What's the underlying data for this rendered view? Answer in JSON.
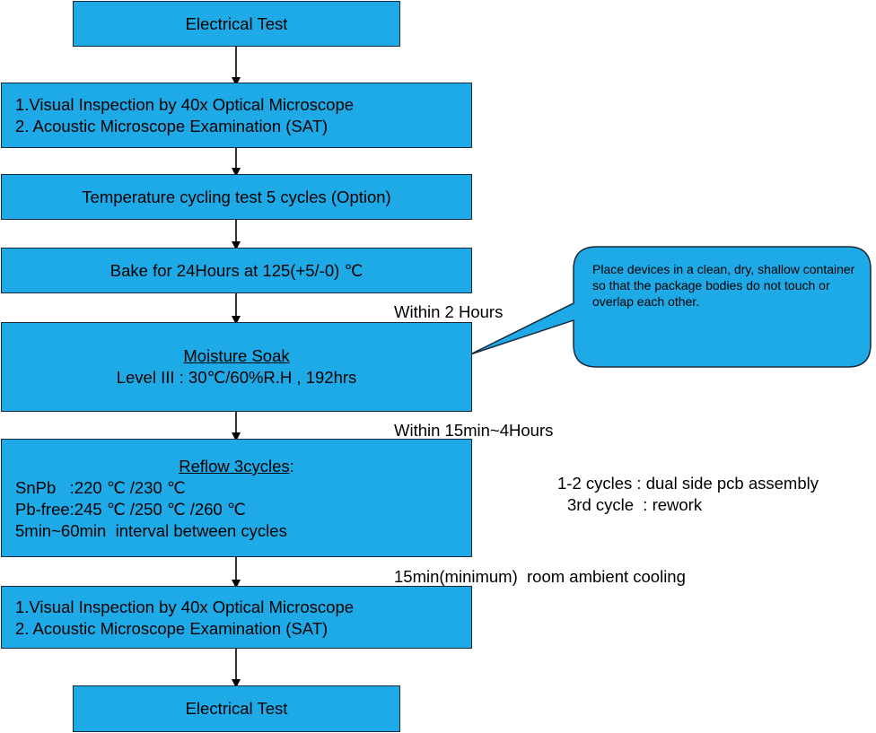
{
  "boxes": {
    "electrical_test_top": "Electrical Test",
    "inspection_1": {
      "line1": "1.Visual Inspection by 40x Optical Microscope",
      "line2": "2. Acoustic Microscope Examination (SAT)"
    },
    "temp_cycling": "Temperature cycling test 5 cycles (Option)",
    "bake": "Bake for 24Hours at 125(+5/-0) ℃",
    "moisture_soak": {
      "title": "Moisture Soak",
      "detail": "Level III : 30℃/60%R.H , 192hrs"
    },
    "reflow": {
      "title": "Reflow 3cycles",
      "title_suffix": ":",
      "snpb": "SnPb   :220 ℃ /230 ℃",
      "pbfree": "Pb-free:245 ℃ /250 ℃ /260 ℃",
      "interval": "5min~60min  interval between cycles"
    },
    "inspection_2": {
      "line1": "1.Visual Inspection by 40x Optical Microscope",
      "line2": "2. Acoustic Microscope Examination (SAT)"
    },
    "electrical_test_bottom": "Electrical Test"
  },
  "labels": {
    "within_2_hours": "Within 2 Hours",
    "within_15min_4hours": "Within 15min~4Hours",
    "cooling": "15min(minimum)  room ambient cooling"
  },
  "reflow_notes": {
    "line1": "1-2 cycles : dual side pcb assembly",
    "line2": "3rd cycle  : rework"
  },
  "callout": {
    "text": "Place devices in a clean, dry, shallow container so that the package bodies do not touch or overlap  each  other."
  },
  "colors": {
    "box_fill": "#1eaae6",
    "box_border": "#1a2a3a",
    "arrow": "#000000"
  }
}
